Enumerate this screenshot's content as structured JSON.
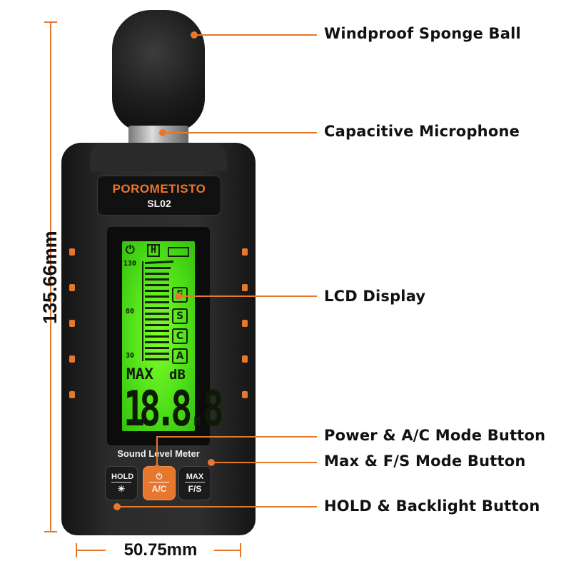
{
  "device": {
    "brand": "POROMETISTO",
    "model": "SL02",
    "label": "Sound Level Meter",
    "lcd": {
      "hold_indicator": "H",
      "scale_top": "130",
      "scale_mid": "80",
      "scale_bottom": "30",
      "modes": [
        "F",
        "S",
        "C",
        "A"
      ],
      "max_label": "MAX",
      "unit": "dB",
      "reading": "18.8.8"
    },
    "buttons": {
      "hold": {
        "top": "HOLD",
        "bottom": "☀"
      },
      "power": {
        "top": "⏻",
        "bottom": "A/C"
      },
      "max": {
        "top": "MAX",
        "bottom": "F/S"
      }
    }
  },
  "callouts": {
    "sponge": "Windproof Sponge Ball",
    "microphone": "Capacitive Microphone",
    "lcd": "LCD Display",
    "power": "Power & A/C Mode Button",
    "max": "Max & F/S Mode Button",
    "hold": "HOLD & Backlight Button"
  },
  "dimensions": {
    "height": "135.66mm",
    "width": "50.75mm"
  },
  "colors": {
    "accent": "#e8772e",
    "lcd": "#5ae41f",
    "body": "#2b2b2b"
  }
}
